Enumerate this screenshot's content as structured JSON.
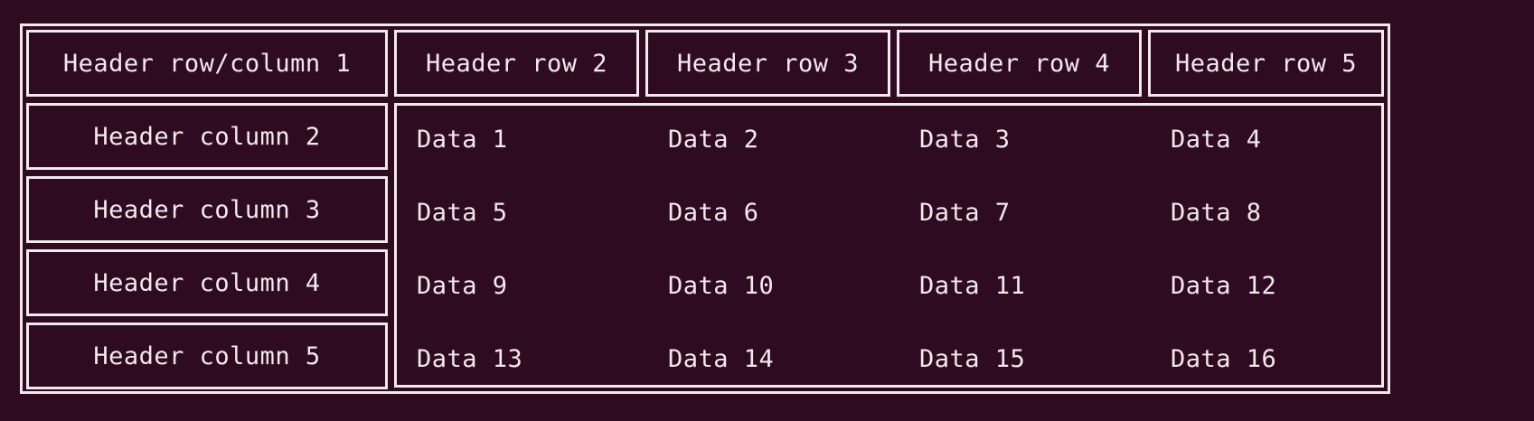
{
  "table": {
    "colors": {
      "background": "#2e0b20",
      "border": "#f2e8ee",
      "text": "#f2e8ee"
    },
    "header_row": [
      "Header row/column 1",
      "Header row 2",
      "Header row 3",
      "Header row 4",
      "Header row 5"
    ],
    "row_headers": [
      "Header column 2",
      "Header column 3",
      "Header column 4",
      "Header column 5"
    ],
    "data_rows": [
      [
        "Data 1",
        "Data 2",
        "Data 3",
        "Data 4"
      ],
      [
        "Data 5",
        "Data 6",
        "Data 7",
        "Data 8"
      ],
      [
        "Data 9",
        "Data 10",
        "Data 11",
        "Data 12"
      ],
      [
        "Data 13",
        "Data 14",
        "Data 15",
        "Data 16"
      ]
    ]
  }
}
